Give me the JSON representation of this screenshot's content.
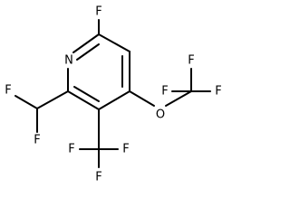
{
  "molecule": {
    "atoms": {
      "ring_f": "F",
      "ring_n": "N",
      "chf2_f_left": "F",
      "chf2_f_bottom": "F",
      "ocf3_o": "O",
      "ocf3_f_top": "F",
      "ocf3_f_left": "F",
      "ocf3_f_right": "F",
      "cf3_f_left": "F",
      "cf3_f_bottom": "F",
      "cf3_f_right": "F"
    }
  }
}
